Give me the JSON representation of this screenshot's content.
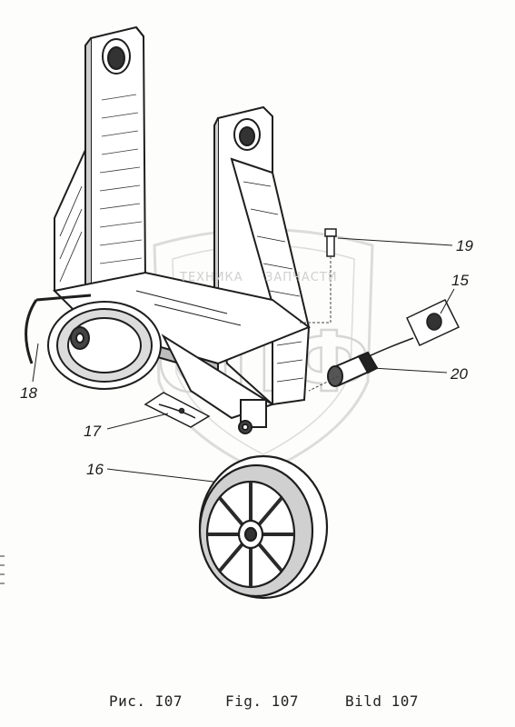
{
  "watermark": {
    "left_word": "ТЕХНИКА",
    "right_word": "ЗАПЧАСТИ",
    "monogram": "СПФ"
  },
  "callouts": [
    {
      "id": "19",
      "text": "19"
    },
    {
      "id": "15",
      "text": "15"
    },
    {
      "id": "20",
      "text": "20"
    },
    {
      "id": "18",
      "text": "18"
    },
    {
      "id": "17",
      "text": "17"
    },
    {
      "id": "16",
      "text": "16"
    }
  ],
  "captions": {
    "ru": "Рис. I07",
    "en": "Fig. 107",
    "de": "Bild 107"
  }
}
